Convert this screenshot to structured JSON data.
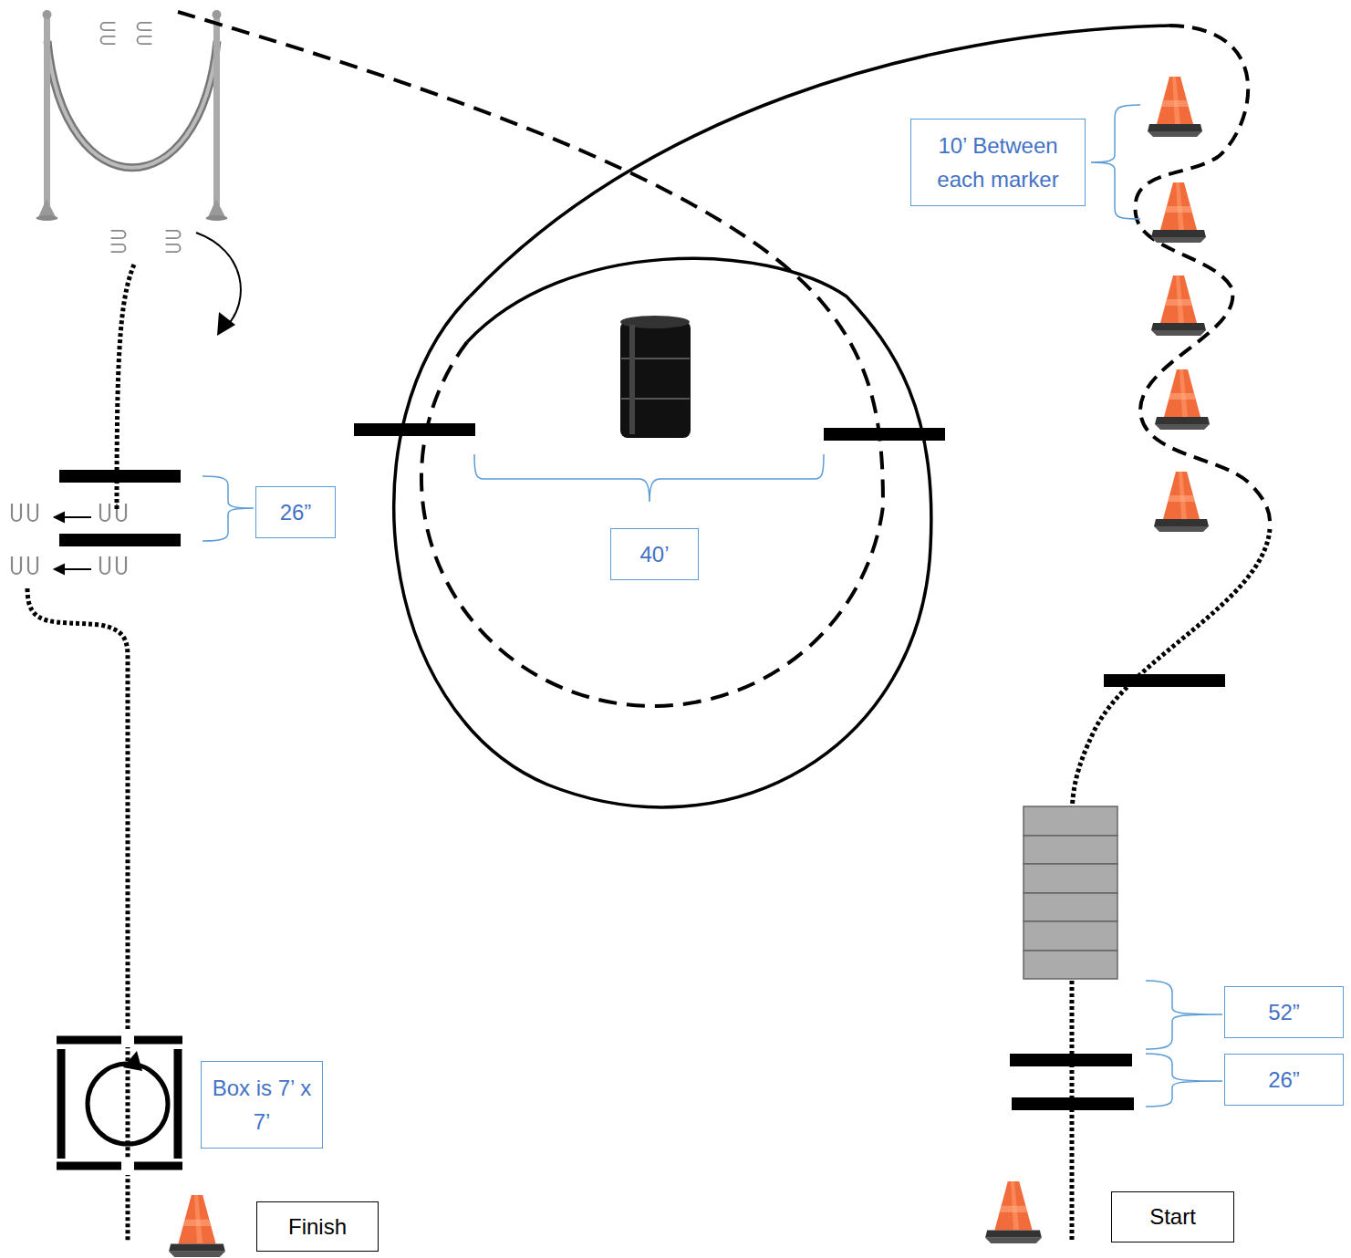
{
  "diagram": {
    "nodes": [
      {
        "text": [
          "10’ Between each marker"
        ]
      },
      {
        "text": [
          "26”"
        ]
      },
      {
        "text": [
          "40’"
        ]
      },
      {
        "text": [
          "52”"
        ]
      },
      {
        "text": [
          "26”"
        ]
      },
      {
        "text": [
          "Box is 7’ x 7’"
        ]
      },
      {
        "text": [
          "Start"
        ]
      },
      {
        "text": [
          "Finish"
        ]
      }
    ]
  }
}
